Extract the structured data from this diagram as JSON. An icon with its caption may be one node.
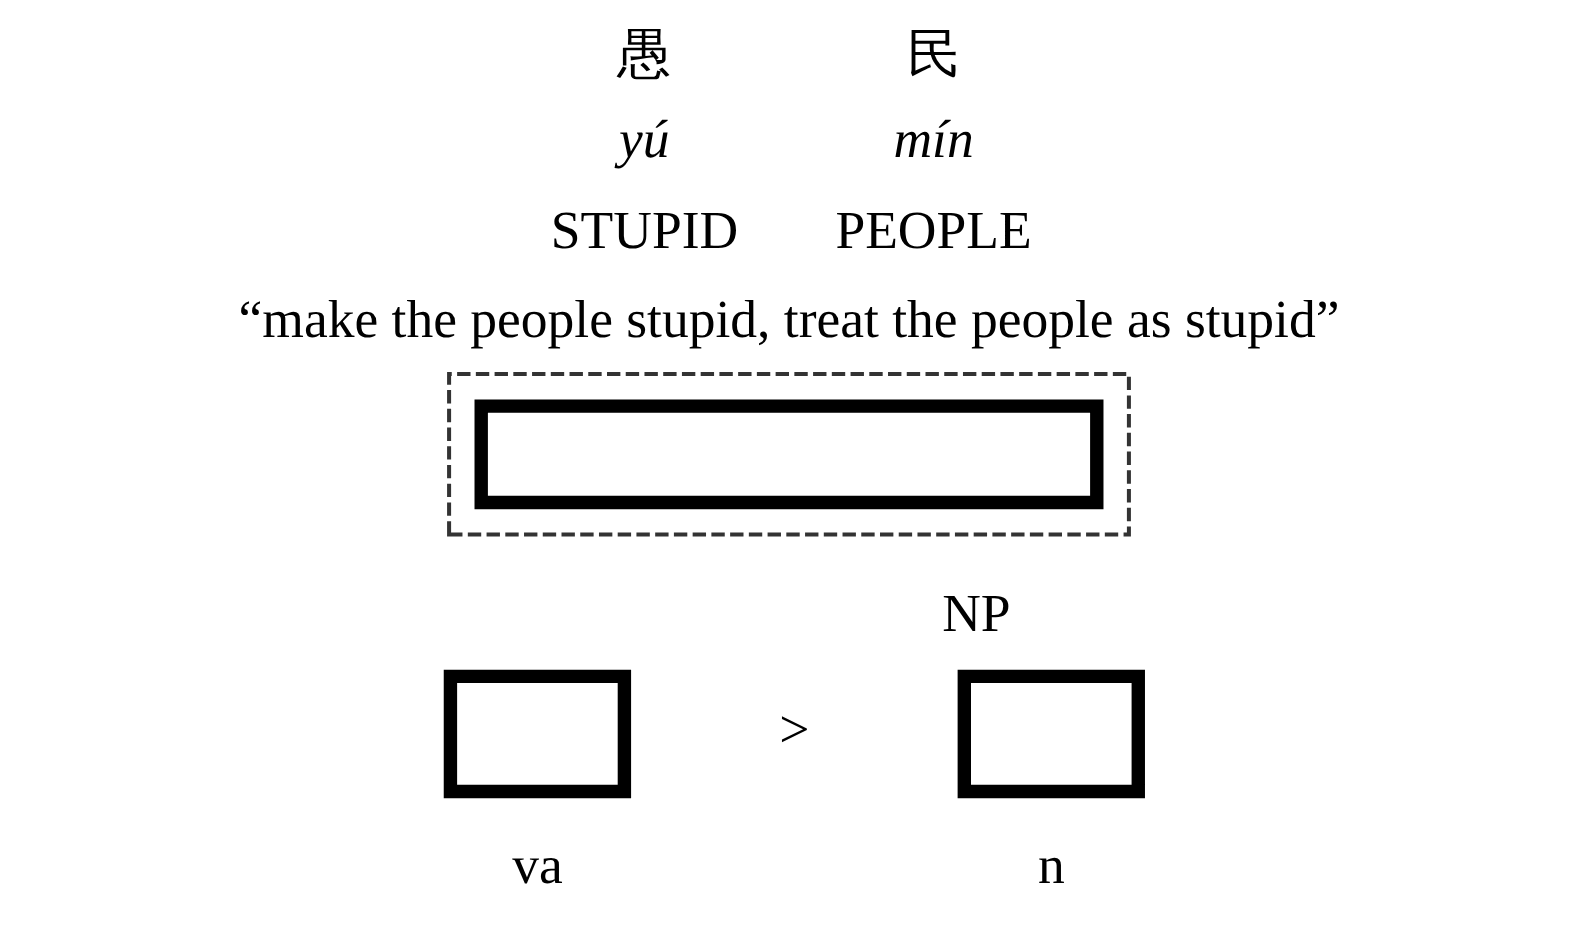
{
  "diagram": {
    "nodes": [
      {
        "text": [],
        "shape": "box"
      },
      {
        "text": [],
        "shape": "box",
        "in": 0
      },
      {
        "text": [],
        "shape": "box",
        "beside": [
          "va"
        ]
      },
      {
        "text": [],
        "shape": "box",
        "beside": [
          "n"
        ]
      }
    ],
    "edges": [],
    "labels": [
      "愚",
      "民",
      "yú",
      "mín",
      "STUPID",
      "PEOPLE",
      "“make the people stupid, treat the people as stupid”",
      "NP",
      ">"
    ]
  }
}
